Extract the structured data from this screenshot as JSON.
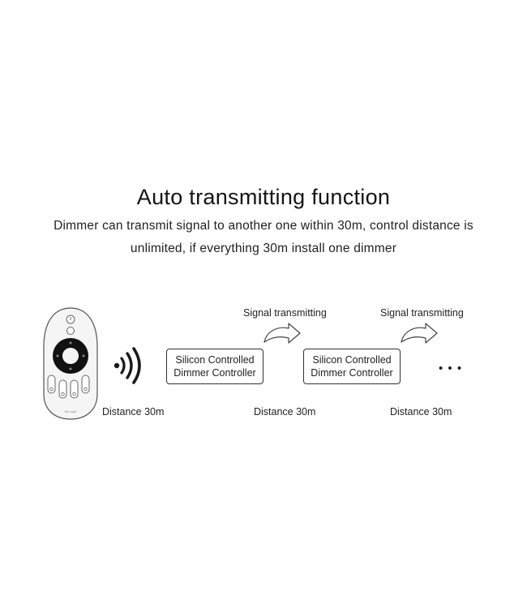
{
  "heading": {
    "title": "Auto transmitting function",
    "line1": "Dimmer can transmit signal to another one  within 30m, control distance is",
    "line2": "unlimited, if everything 30m install one dimmer"
  },
  "diagram": {
    "remote_icon": "remote-control-icon",
    "remote_brand": "Mi-Light",
    "signal_icon": "wireless-signal-icon",
    "arrow_icon": "curved-arrow-icon",
    "continuation": "• • •",
    "controllers": [
      {
        "line1": "Silicon Controlled",
        "line2": "Dimmer Controller"
      },
      {
        "line1": "Silicon Controlled",
        "line2": "Dimmer Controller"
      }
    ],
    "transmit_labels": [
      "Signal transmitting",
      "Signal transmitting"
    ],
    "distance_labels": [
      "Distance 30m",
      "Distance 30m",
      "Distance 30m"
    ]
  },
  "colors": {
    "line": "#333333",
    "remote_body": "#f4f4f4",
    "wheel": "#111111"
  }
}
